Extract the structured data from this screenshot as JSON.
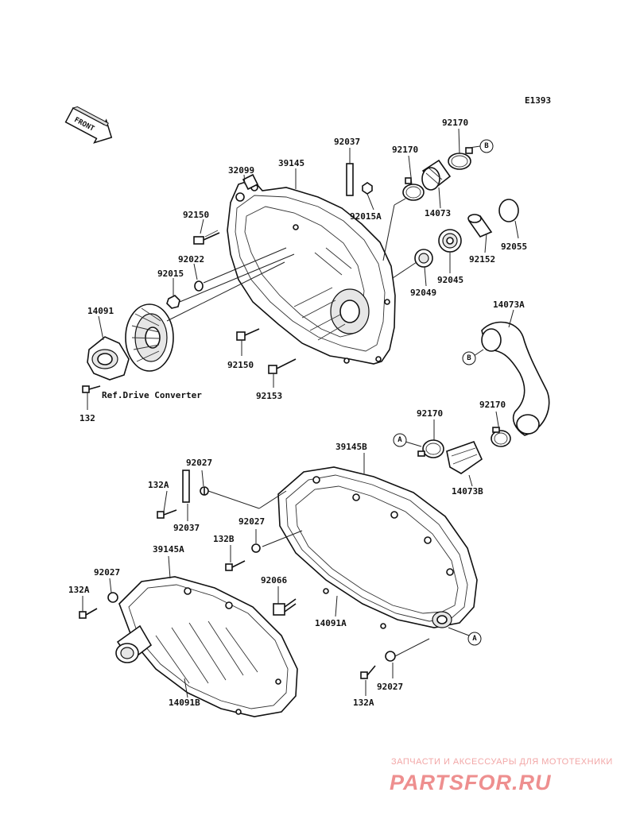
{
  "diagram_code": "E1393",
  "front_label": "FRONT",
  "reference_note": "Ref.Drive Converter",
  "refs": {
    "a": "A",
    "b": "B"
  },
  "labels": {
    "p32099": "32099",
    "p39145": "39145",
    "p92037_top": "92037",
    "p92015A": "92015A",
    "p92150_upper": "92150",
    "p92022": "92022",
    "p92015": "92015",
    "p14091": "14091",
    "p132": "132",
    "p92150_lower": "92150",
    "p92153": "92153",
    "p92170_top": "92170",
    "p92170_mid": "92170",
    "p14073": "14073",
    "p92055": "92055",
    "p92152": "92152",
    "p92045": "92045",
    "p92049": "92049",
    "p14073A": "14073A",
    "p92170_right": "92170",
    "p92170_left": "92170",
    "p14073B": "14073B",
    "p39145B": "39145B",
    "p92027_a": "92027",
    "p132A_a": "132A",
    "p92037_low": "92037",
    "p92027_b": "92027",
    "p132B": "132B",
    "p39145A": "39145A",
    "p92027_c": "92027",
    "p132A_b": "132A",
    "p92066": "92066",
    "p14091A": "14091A",
    "p14091B": "14091B",
    "p92027_d": "92027",
    "p132A_c": "132A"
  },
  "watermark": {
    "tagline": "ЗАПЧАСТИ И АКСЕССУАРЫ ДЛЯ МОТОТЕХНИКИ",
    "brand": "PARTSFOR.RU"
  },
  "colors": {
    "line": "#111111",
    "watermark": "#ee8f8f",
    "background": "#ffffff"
  }
}
